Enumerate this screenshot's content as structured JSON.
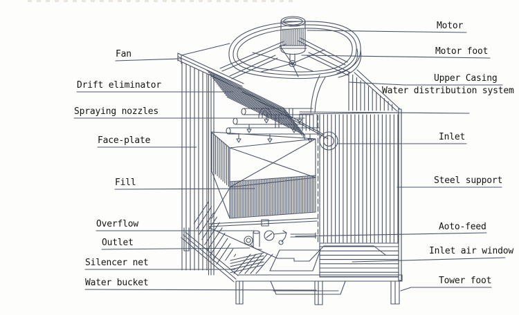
{
  "colors": {
    "line": "#4a5366",
    "text": "#141414",
    "background": "#fdfdfb",
    "scan_artifact": "#d8d2c2"
  },
  "labels": {
    "left": [
      "Fan",
      "Drift eliminator",
      "Spraying nozzles",
      "Face-plate",
      "Fill",
      "Overflow",
      "Outlet",
      "Silencer net",
      "Water bucket"
    ],
    "right": [
      "Motor",
      "Motor foot",
      "Upper Casing",
      "Water distribution system",
      "Inlet",
      "Steel support",
      "Aoto-feed",
      "Inlet air window",
      "Tower foot"
    ]
  }
}
